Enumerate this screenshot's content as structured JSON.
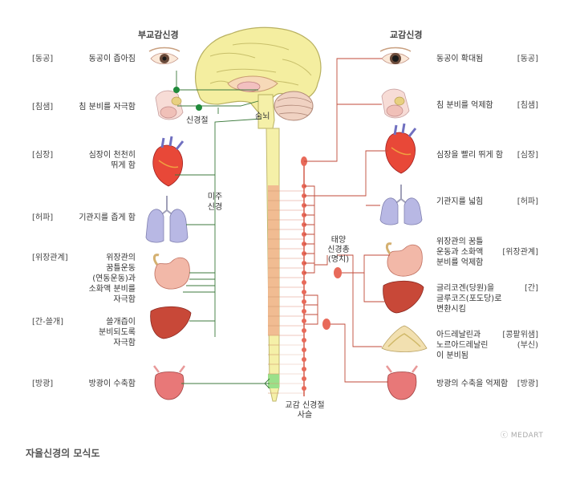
{
  "headers": {
    "parasympathetic": "부교감신경",
    "sympathetic": "교감신경"
  },
  "parasympathetic": [
    {
      "organ": "[동공]",
      "effect": [
        "동공이 좁아짐"
      ]
    },
    {
      "organ": "[침샘]",
      "effect": [
        "침 분비를 자극함"
      ]
    },
    {
      "organ": "[심장]",
      "effect": [
        "심장이 천천히",
        "뛰게 함"
      ]
    },
    {
      "organ": "[허파]",
      "effect": [
        "기관지를 좁게 함"
      ]
    },
    {
      "organ": "[위장관계]",
      "effect": [
        "위장관의",
        "꿈틀운동",
        "(연동운동)과",
        "소화액 분비를",
        "자극함"
      ]
    },
    {
      "organ": "[간-쓸개]",
      "effect": [
        "쓸개즙이",
        "분비되도록",
        "자극함"
      ]
    },
    {
      "organ": "[방광]",
      "effect": [
        "방광이 수축함"
      ]
    }
  ],
  "sympathetic": [
    {
      "organ": "[동공]",
      "effect": [
        "동공이 확대됨"
      ]
    },
    {
      "organ": "[침샘]",
      "effect": [
        "침 분비를 억제함"
      ]
    },
    {
      "organ": "[심장]",
      "effect": [
        "심장을 빨리 뛰게 함"
      ]
    },
    {
      "organ": "[허파]",
      "effect": [
        "기관지를 넓힘"
      ]
    },
    {
      "organ": "[위장관계]",
      "effect": [
        "위장관의 꿈틀",
        "운동과 소화액",
        "분비를 억제함"
      ]
    },
    {
      "organ": "[간]",
      "effect": [
        "글리코겐(당원)을",
        "글루코즈(포도당)로",
        "변환시킴"
      ]
    },
    {
      "organ": "[콩팥위샘]",
      "organ2": "(부신)",
      "effect": [
        "아드레날린과",
        "노르아드레날린",
        "이 분비됨"
      ]
    },
    {
      "organ": "[방광]",
      "effect": [
        "방광의 수축을 억제함"
      ]
    }
  ],
  "labels": {
    "ganglion": "신경절",
    "medulla": "숨뇌",
    "vagus": [
      "미주",
      "신경"
    ],
    "solar_plexus": [
      "태양",
      "신경총",
      "(명치)"
    ],
    "chain": [
      "교감 신경절",
      "사슬"
    ]
  },
  "caption": "자율신경의 모식도",
  "credit": "ⓒ MEDART",
  "colors": {
    "brain": "#f4eea0",
    "cerebellum": "#f0d2c2",
    "cord": "#f5f0a8",
    "cord_band": "#f0b890",
    "para_line": "#3c7a3c",
    "symp_line": "#c04a38",
    "para_dot": "#1f8a3a",
    "symp_dot": "#e86a5a"
  }
}
